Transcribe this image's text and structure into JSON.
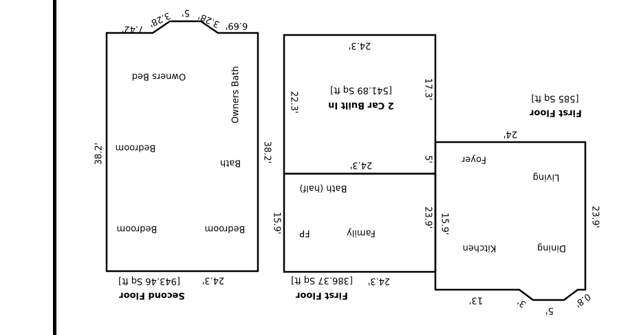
{
  "second_floor": {
    "title": "Second Floor",
    "area": "[943.46 Sq ft]",
    "dims": {
      "top_left": "7.42'",
      "top_angle_left": "3.28'",
      "top_mid": "5'",
      "top_angle_right": "3.28'",
      "top_right": "6.69'",
      "left": "38.2'",
      "right": "38.2'",
      "bottom": "24.3'"
    },
    "rooms": {
      "owners_bed": "Owners Bed",
      "owners_bath": "Owners Bath",
      "bedroom_mid": "Bedroom",
      "bath": "Bath",
      "bedroom_left": "Bedroom",
      "bedroom_right": "Bedroom"
    }
  },
  "garage": {
    "name": "2 Car Built In",
    "area": "[541.89 Sq ft]",
    "dims": {
      "top": "24.3'",
      "left": "22.3'",
      "right": "17.3'",
      "right_lower": "5'",
      "bottom": "24.3'"
    }
  },
  "family_section": {
    "title": "First Floor",
    "area": "[386.37 Sq ft]",
    "dims": {
      "left": "15.9'",
      "right": "23.9'",
      "bottom": "24.3'"
    },
    "rooms": {
      "bath_half": "Bath (half)",
      "family": "Family",
      "fp": "FP"
    }
  },
  "main_section": {
    "title": "First Floor",
    "area": "[585 Sq ft]",
    "dims": {
      "top": "24'",
      "left": "15.9'",
      "right": "23.9'",
      "bottom_left": "13'",
      "bottom_angle_left": "3'",
      "bottom_mid": "5'",
      "bottom_angle_right": "0.8'"
    },
    "rooms": {
      "foyer": "Foyer",
      "living": "Living",
      "kitchen": "Kitchen",
      "dining": "Dining"
    }
  }
}
